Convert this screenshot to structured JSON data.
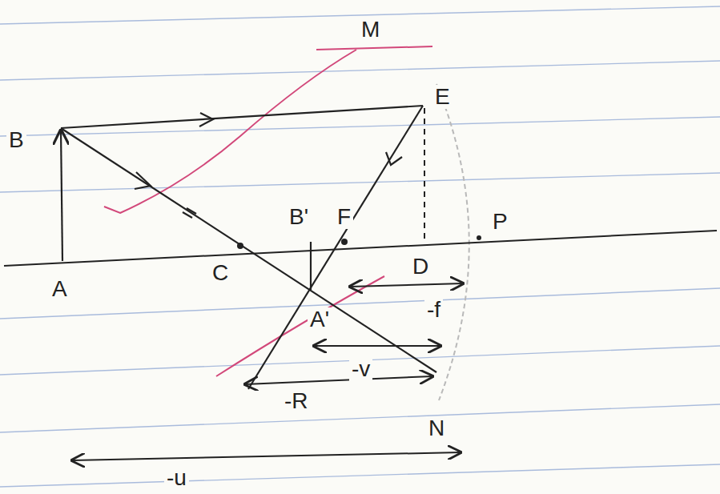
{
  "diagram": {
    "labels": [
      "M",
      "B",
      "E",
      "B'",
      "F",
      "P",
      "A",
      "C",
      "D",
      "A'",
      "-f",
      "-v",
      "-R",
      "N",
      "-u"
    ]
  }
}
